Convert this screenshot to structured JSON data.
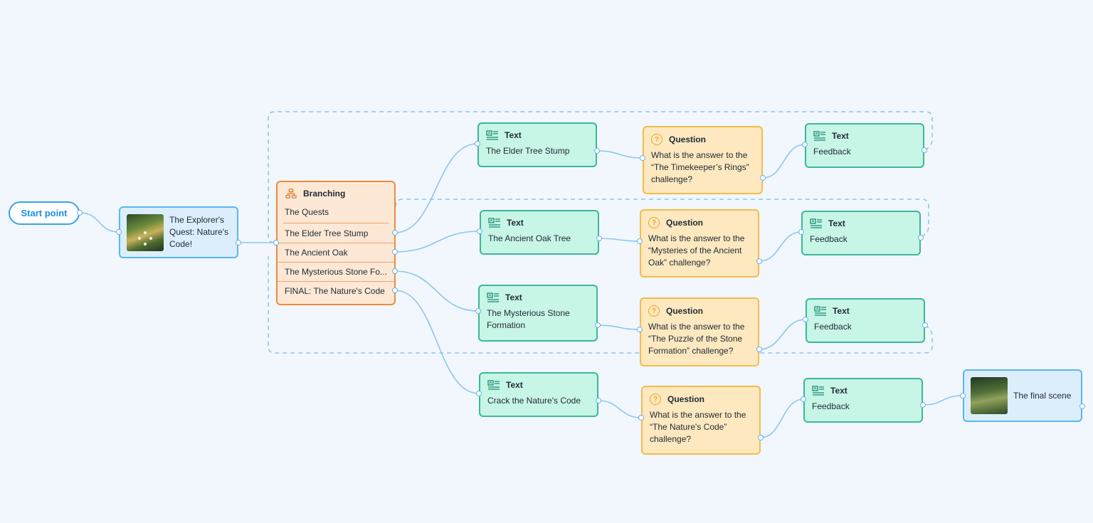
{
  "start": {
    "label": "Start point"
  },
  "intro_scene": {
    "label": "The Explorer's Quest: Nature's Code!"
  },
  "final_scene": {
    "label": "The final scene"
  },
  "branching": {
    "title": "Branching",
    "subtitle": "The Quests",
    "items": [
      "The Elder Tree Stump",
      "The Ancient Oak",
      "The Mysterious Stone Fo...",
      "FINAL: The Nature's Code"
    ]
  },
  "rows": [
    {
      "text_title": "Text",
      "text_body": "The Elder Tree Stump",
      "q_title": "Question",
      "q_body": "What is the answer to the “The Timekeeper’s Rings” challenge?",
      "fb_title": "Text",
      "fb_body": "Feedback"
    },
    {
      "text_title": "Text",
      "text_body": "The Ancient Oak Tree",
      "q_title": "Question",
      "q_body": "What is the answer to the “Mysteries of the Ancient Oak” challenge?",
      "fb_title": "Text",
      "fb_body": "Feedback"
    },
    {
      "text_title": "Text",
      "text_body": "The Mysterious Stone Formation",
      "q_title": "Question",
      "q_body": "What is the answer to the “The Puzzle of the Stone Formation” challenge?",
      "fb_title": "Text",
      "fb_body": "Feedback"
    },
    {
      "text_title": "Text",
      "text_body": "Crack the Nature's Code",
      "q_title": "Question",
      "q_body": "What is the answer to the “The Nature's Code” challenge?",
      "fb_title": "Text",
      "fb_body": "Feedback"
    }
  ],
  "colors": {
    "wire": "#8cc6ee",
    "text_fill": "#c7f5e6",
    "question_fill": "#fde8bf",
    "branch_fill": "#fde8d6",
    "scene_fill": "#dcedfb"
  }
}
